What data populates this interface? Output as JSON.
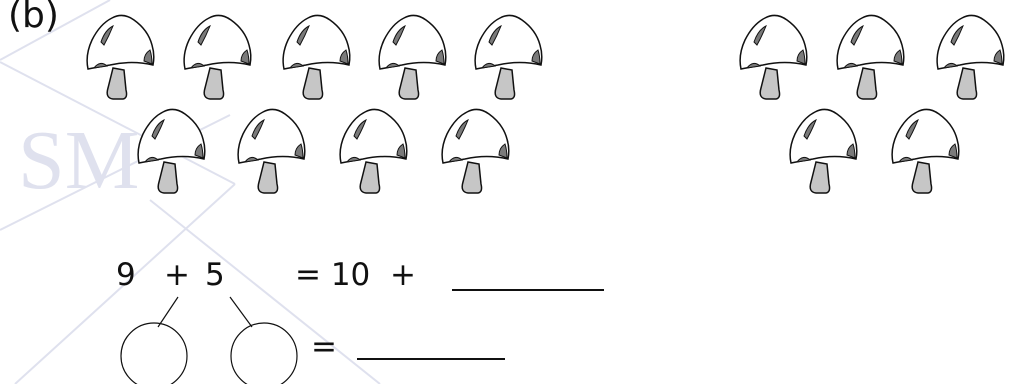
{
  "part_label": "(b)",
  "watermark_text": "SM",
  "groups": [
    {
      "name": "left-group",
      "count": 9,
      "rows": [
        5,
        4
      ]
    },
    {
      "name": "right-group",
      "count": 5,
      "rows": [
        3,
        2
      ]
    }
  ],
  "equation1": {
    "a": "9",
    "op1": "+",
    "b": "5",
    "eq_part": "= 10  +"
  },
  "equation2": {
    "eq": "="
  },
  "colors": {
    "stem": "#c6c6c6",
    "spot": "#7a7a7a",
    "outline": "#111111",
    "watermark": "#dfe1ee"
  }
}
